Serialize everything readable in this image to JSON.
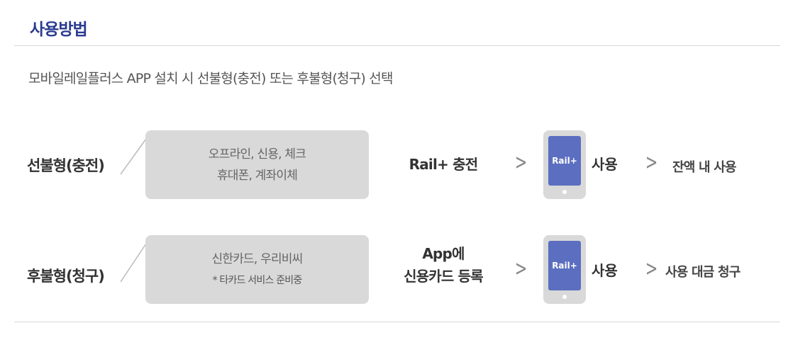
{
  "section": {
    "title": "사용방법",
    "description": "모바일레일플러스 APP 설치 시 선불형(충전) 또는 후불형(청구) 선택"
  },
  "rows": [
    {
      "label": "선불형(충전)",
      "box_line1": "오프라인, 신용, 체크",
      "box_line2": "휴대폰, 계좌이체",
      "mid_line1": "Rail+ 충전",
      "phone_logo": "Rail+",
      "use": "사용",
      "end": "잔액 내 사용"
    },
    {
      "label": "후불형(청구)",
      "box_line1": "신한카드, 우리비씨",
      "box_line2": "* 타카드 서비스 준비중",
      "mid_line1": "App에",
      "mid_line2": "신용카드 등록",
      "phone_logo": "Rail+",
      "use": "사용",
      "end": "사용 대금 청구"
    }
  ],
  "icons": {
    "arrow": "chevron-right-icon",
    "phone": "phone-icon"
  },
  "colors": {
    "title": "#2b3b8f",
    "phone_screen": "#5b6ec0",
    "box": "#d9d9d9"
  }
}
